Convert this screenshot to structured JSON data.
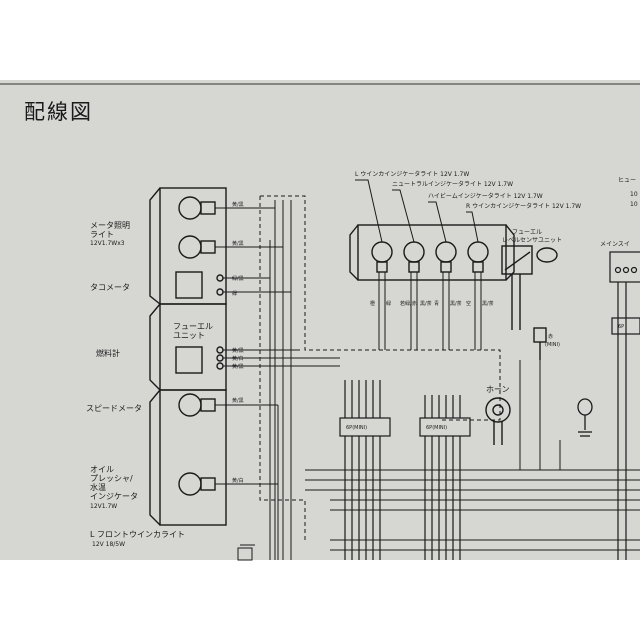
{
  "title": "配線図",
  "left_components": {
    "meter_light": {
      "line1": "メータ照明",
      "line2": "ライト",
      "line3": "12V1.7Wx3"
    },
    "tachometer": "タコメータ",
    "fuel_unit": {
      "line1": "フューエル",
      "line2": "ユニット"
    },
    "fuel_gauge": "燃料計",
    "speedometer": "スピードメータ",
    "oil_indicator": {
      "line1": "オイル",
      "line2": "プレッシャ/",
      "line3": "水温",
      "line4": "インジケータ",
      "line5": "12V1.7W"
    },
    "front_winker": {
      "line1": "L フロントウインカライト",
      "line2": "12V 18/5W"
    }
  },
  "indicators": {
    "l_winker": "L ウインカインジケータライト 12V 1.7W",
    "neutral": "ニュートラルインジケータライト 12V 1.7W",
    "high_beam": "ハイビームインジケータライト 12V 1.7W",
    "r_winker": "R ウインカインジケータライト 12V 1.7W"
  },
  "fuel_sensor": {
    "line1": "フューエル",
    "line2": "レベルセンサユニット"
  },
  "horn": "ホーン",
  "connectors": {
    "mini": "(MINI)",
    "c6p_a": "6P(MINI)",
    "c6p_b": "6P(MINI)",
    "c6p_right": "6P"
  },
  "right_edge": {
    "fuse": "ヒュー",
    "f1": "10",
    "f2": "10",
    "main_switch": "メインスイ"
  },
  "wire_colors": {
    "w_yel_blk_1": "黄/黒",
    "w_yel_blk_2": "黄/黒",
    "w_grn_blk": "緑/黒",
    "w_grn": "緑",
    "w_yel_blk_3": "黄/黒",
    "w_yel_wht_1": "黄/白",
    "w_yel_blk_4": "黄/黒",
    "w_yel_blk_5": "黄/黒",
    "w_yel_wht_2": "黄/白",
    "ind_w1": "橙",
    "ind_w2": "緑",
    "ind_w3": "若緑/赤",
    "ind_w4": "黒/茶",
    "ind_w5": "青",
    "ind_w6": "黒/茶",
    "ind_w7": "空",
    "ind_w8": "黒/茶",
    "fuel_w": "赤"
  },
  "colors": {
    "paper": "#d6d6d3",
    "ink": "#1a1a1a",
    "background": "#ffffff"
  }
}
